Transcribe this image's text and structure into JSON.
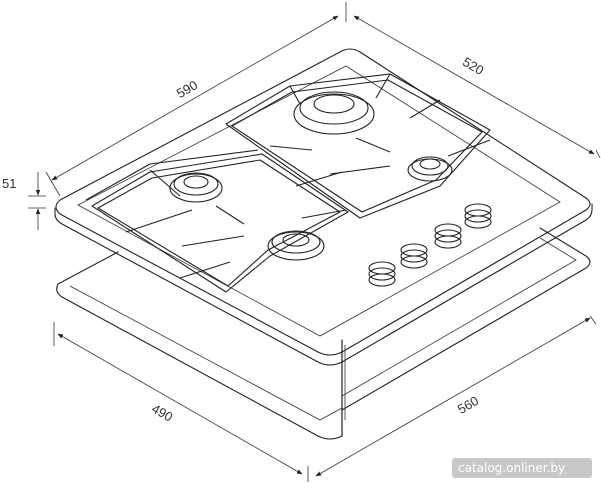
{
  "dimensions": {
    "width_top": "590",
    "depth_top": "520",
    "thickness": "51",
    "cutout_depth": "490",
    "cutout_width": "560"
  },
  "watermark": {
    "text": "catalog.onliner.by"
  },
  "colors": {
    "line": "#222222",
    "label": "#333333",
    "background": "#ffffff"
  }
}
